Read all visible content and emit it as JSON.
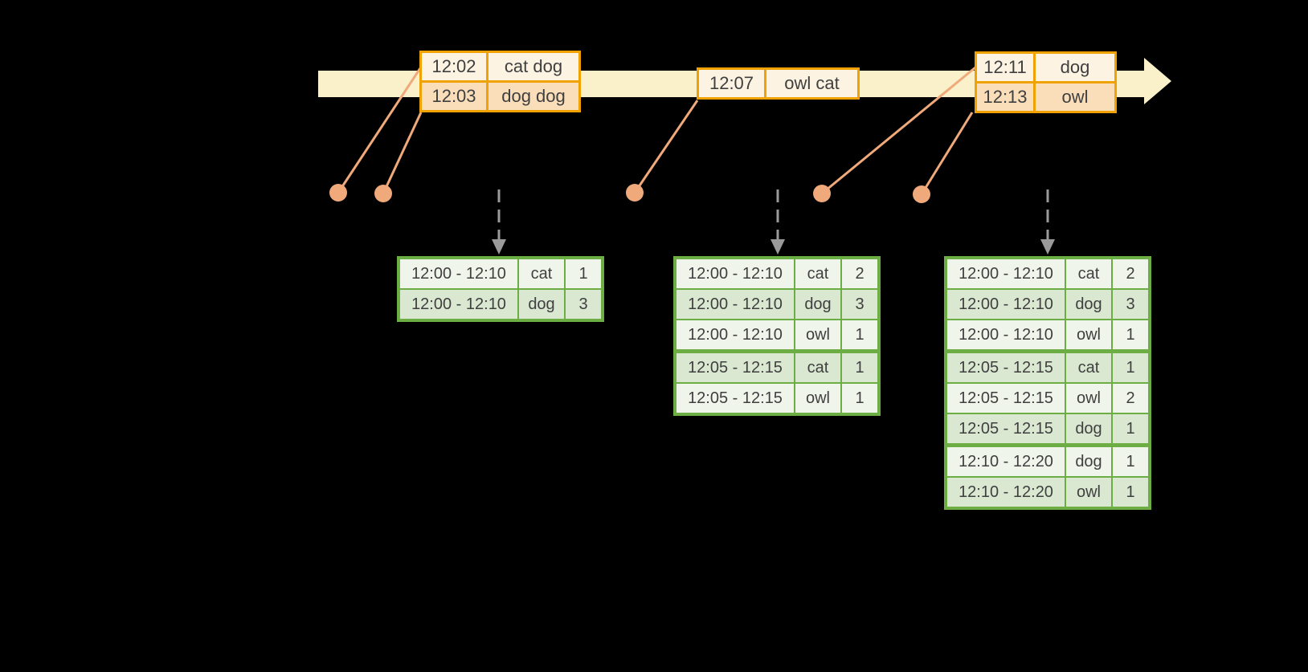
{
  "colors": {
    "background": "#000000",
    "timeline_band": "#FAF1CB",
    "event_border": "#F0A202",
    "event_row_dark": "#FADDB9",
    "event_row_light": "#FCF3E2",
    "connector": "#F0A97A",
    "trigger_arrow": "#9A9A9A",
    "result_border": "#6CAE44",
    "result_row_dark": "#DAE8D2",
    "result_row_light": "#F0F5EB",
    "table_text": "#3F3F3F"
  },
  "event_tables": [
    {
      "rows": [
        {
          "time": "12:02",
          "words": "cat dog"
        },
        {
          "time": "12:03",
          "words": "dog dog"
        }
      ]
    },
    {
      "rows": [
        {
          "time": "12:07",
          "words": "owl cat"
        }
      ]
    },
    {
      "rows": [
        {
          "time": "12:11",
          "words": "dog"
        },
        {
          "time": "12:13",
          "words": "owl"
        }
      ]
    }
  ],
  "result_tables": [
    {
      "rows": [
        {
          "window": "12:00 - 12:10",
          "word": "cat",
          "count": "1"
        },
        {
          "window": "12:00 - 12:10",
          "word": "dog",
          "count": "3"
        }
      ]
    },
    {
      "rows": [
        {
          "window": "12:00 - 12:10",
          "word": "cat",
          "count": "2"
        },
        {
          "window": "12:00 - 12:10",
          "word": "dog",
          "count": "3"
        },
        {
          "window": "12:00 - 12:10",
          "word": "owl",
          "count": "1"
        },
        {
          "window": "12:05 - 12:15",
          "word": "cat",
          "count": "1"
        },
        {
          "window": "12:05 - 12:15",
          "word": "owl",
          "count": "1"
        }
      ]
    },
    {
      "rows": [
        {
          "window": "12:00 - 12:10",
          "word": "cat",
          "count": "2"
        },
        {
          "window": "12:00 - 12:10",
          "word": "dog",
          "count": "3"
        },
        {
          "window": "12:00 - 12:10",
          "word": "owl",
          "count": "1"
        },
        {
          "window": "12:05 - 12:15",
          "word": "cat",
          "count": "1"
        },
        {
          "window": "12:05 - 12:15",
          "word": "owl",
          "count": "2"
        },
        {
          "window": "12:05 - 12:15",
          "word": "dog",
          "count": "1"
        },
        {
          "window": "12:10 - 12:20",
          "word": "dog",
          "count": "1"
        },
        {
          "window": "12:10 - 12:20",
          "word": "owl",
          "count": "1"
        }
      ]
    }
  ]
}
